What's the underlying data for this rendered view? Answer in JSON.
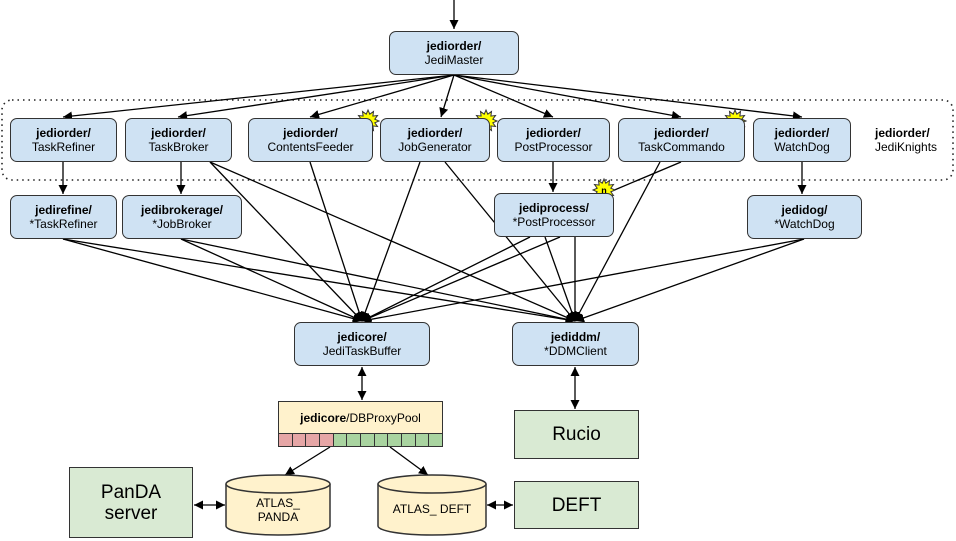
{
  "master": {
    "bold": "jediorder/",
    "normal": "JediMaster"
  },
  "knights": [
    {
      "id": "taskrefiner",
      "bold": "jediorder/",
      "normal": "TaskRefiner",
      "badge": false
    },
    {
      "id": "taskbroker",
      "bold": "jediorder/",
      "normal": "TaskBroker",
      "badge": false
    },
    {
      "id": "contentsfeeder",
      "bold": "jediorder/",
      "normal": "ContentsFeeder",
      "badge": true
    },
    {
      "id": "jobgenerator",
      "bold": "jediorder/",
      "normal": "JobGenerator",
      "badge": true
    },
    {
      "id": "postprocessor",
      "bold": "jediorder/",
      "normal": "PostProcessor",
      "badge": false
    },
    {
      "id": "taskcommando",
      "bold": "jediorder/",
      "normal": "TaskCommando",
      "badge": true
    },
    {
      "id": "watchdog",
      "bold": "jediorder/",
      "normal": "WatchDog",
      "badge": false
    }
  ],
  "knights_label": {
    "bold": "jediorder/",
    "normal": "JediKnights"
  },
  "plugins": [
    {
      "id": "jedirefine",
      "bold": "jedirefine/",
      "normal": "*TaskRefiner",
      "badge": false
    },
    {
      "id": "jedibrokerage",
      "bold": "jedibrokerage/",
      "normal": "*JobBroker",
      "badge": false
    },
    {
      "id": "jediprocess",
      "bold": "jediprocess/",
      "normal": "*PostProcessor",
      "badge": true
    },
    {
      "id": "jedidog",
      "bold": "jedidog/",
      "normal": "*WatchDog",
      "badge": false
    }
  ],
  "core": {
    "bold": "jedicore/",
    "normal": "JediTaskBuffer"
  },
  "ddm": {
    "bold": "jediddm/",
    "normal": "*DDMClient"
  },
  "pool": {
    "bold": "jedicore",
    "normal": "/DBProxyPool"
  },
  "rucio": "Rucio",
  "panda_server": {
    "line1": "PanDA",
    "line2": "server"
  },
  "db_panda": {
    "line1": "ATLAS_",
    "line2": "PANDA"
  },
  "db_deft": "ATLAS_ DEFT",
  "deft": "DEFT",
  "badge_letter": "n",
  "colors": {
    "box": "#cfe2f3",
    "green": "#d9ead3",
    "db": "#fff2cc",
    "badge": "#ffff00",
    "pool_red": "#e6a6a6",
    "pool_green": "#a9d4a0"
  }
}
